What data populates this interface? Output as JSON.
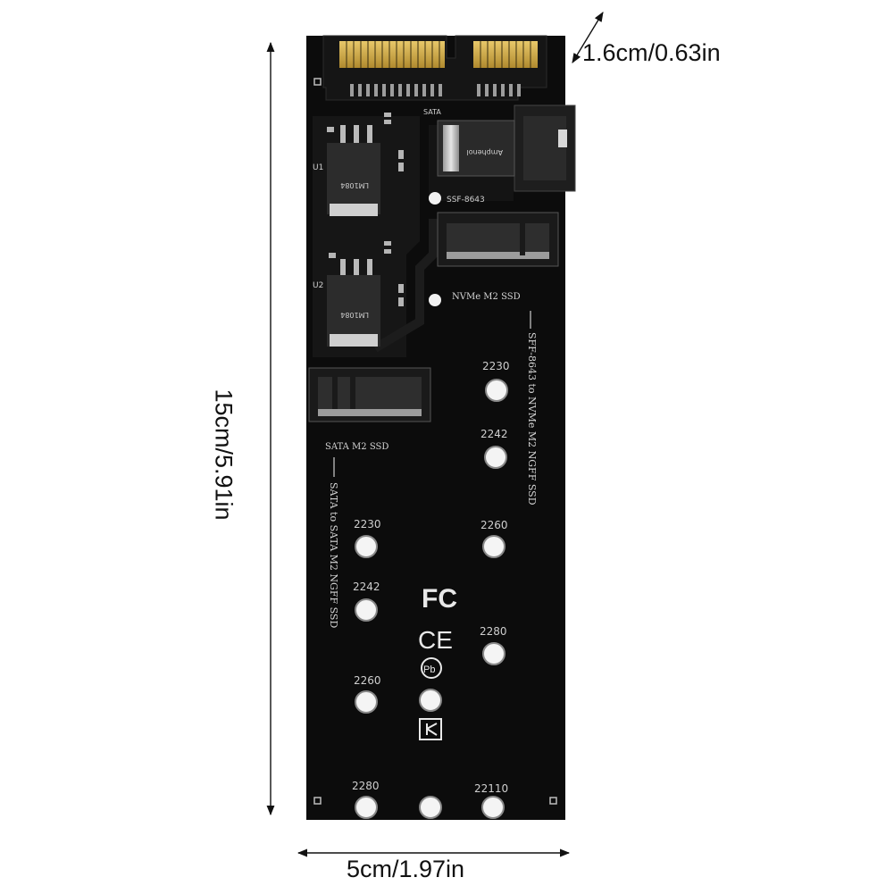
{
  "dimensions": {
    "thickness": "1.6cm/0.63in",
    "width": "5cm/1.97in",
    "height": "15cm/5.91in"
  },
  "board": {
    "connector_label": "SATA",
    "ssf_label": "SSF-8643",
    "nvme_label": "NVMe M2 SSD",
    "sata_m2_label": "SATA M2 SSD",
    "side_text_right": "SFF-8643 to NVMe M2 NGFF SSD",
    "side_text_left": "SATA to SATA M2 NGFF SSD",
    "right_holes": [
      "2230",
      "2242",
      "2260",
      "2280"
    ],
    "left_holes": [
      "2230",
      "2242",
      "2260"
    ],
    "bottom_holes": [
      "2280",
      "22110"
    ],
    "u1_label": "U1",
    "u2_label": "U2",
    "chip_text": "LM1084",
    "connector_text": "Amphenol",
    "cert_marks": [
      "FC",
      "CE",
      "Pb"
    ]
  }
}
